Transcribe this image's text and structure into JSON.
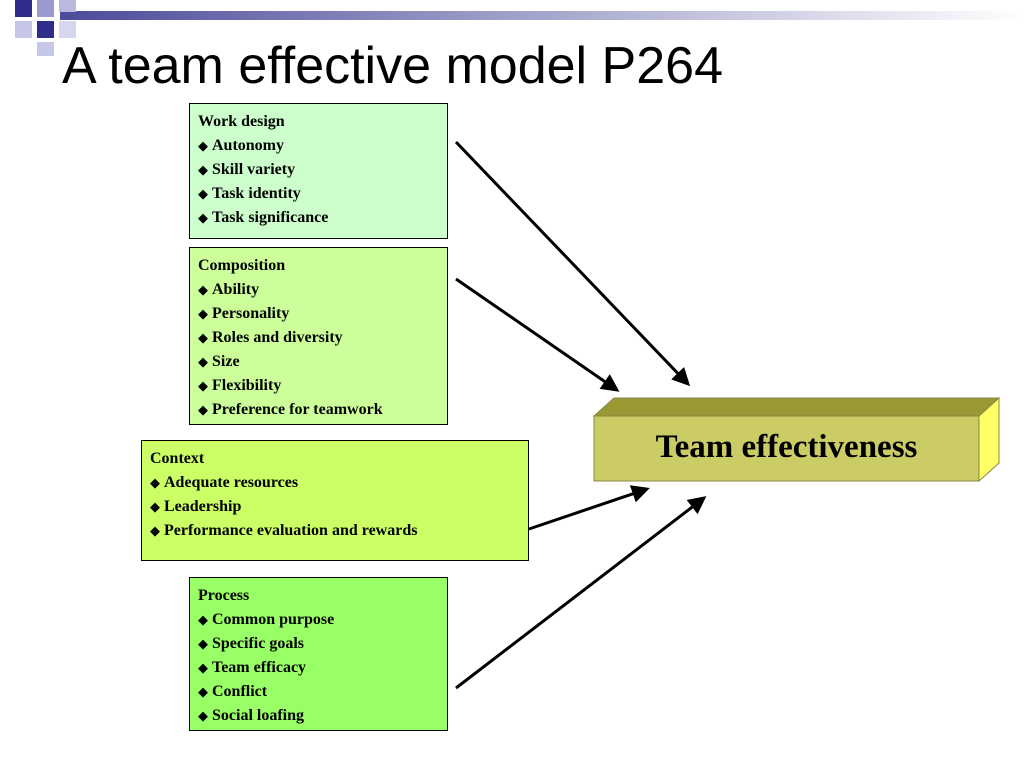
{
  "slide": {
    "title": "A team effective model P264"
  },
  "colors": {
    "work_design_fill": "#ccffcc",
    "composition_fill": "#ccff99",
    "context_fill": "#ccff66",
    "process_fill": "#99ff66",
    "outcome_front": "#cccc66",
    "outcome_top": "#999933",
    "outcome_side": "#ffff66"
  },
  "diagram": {
    "bullet_glyph": "◆",
    "factors": [
      {
        "heading": "Work design",
        "items": [
          "Autonomy",
          "Skill variety",
          "Task identity",
          "Task significance"
        ]
      },
      {
        "heading": "Composition",
        "items": [
          "Ability",
          "Personality",
          "Roles and diversity",
          "Size",
          "Flexibility",
          "Preference for teamwork"
        ]
      },
      {
        "heading": "Context",
        "items": [
          "Adequate resources",
          "Leadership",
          "Performance evaluation and rewards"
        ]
      },
      {
        "heading": "Process",
        "items": [
          "Common purpose",
          "Specific goals",
          "Team efficacy",
          "Conflict",
          "Social loafing"
        ]
      }
    ],
    "outcome": {
      "label": "Team effectiveness"
    }
  }
}
